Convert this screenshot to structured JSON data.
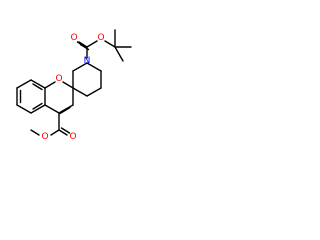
{
  "molecule": {
    "atoms": {
      "o_ring": "O",
      "n_pip": "N",
      "o_boc_ether": "O",
      "o_boc_carbonyl": "O",
      "o_ester_carbonyl": "O",
      "o_ester_ether": "O"
    }
  },
  "colors": {
    "bond": "#000000",
    "oxygen": "#ff0000",
    "nitrogen": "#0000ff"
  }
}
